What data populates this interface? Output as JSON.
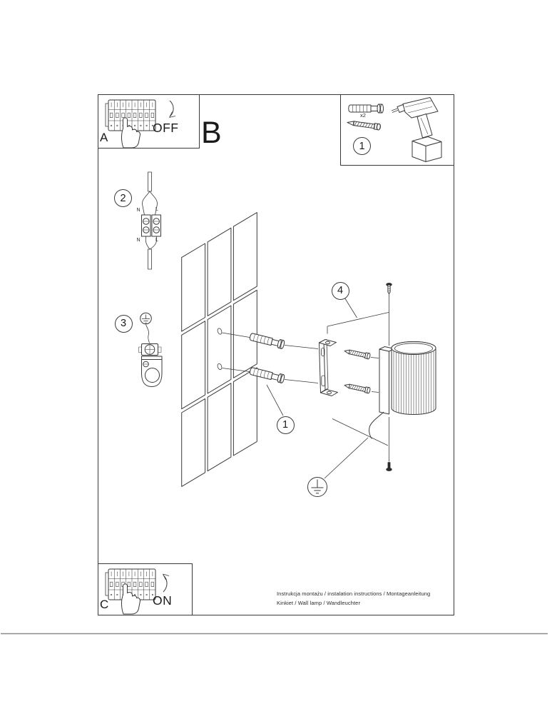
{
  "colors": {
    "background": "#ffffff",
    "line": "#3a3a3a",
    "text": "#1a1a1a"
  },
  "panel_a": {
    "letter": "A",
    "action_label": "OFF"
  },
  "section_label": "B",
  "parts_panel": {
    "step_number": "1",
    "anchor_quantity": "x2"
  },
  "step_2": {
    "number": "2",
    "labels": {
      "n_top": "N",
      "l_top": "L",
      "n_bottom": "N",
      "l_bottom": "L"
    }
  },
  "step_3": {
    "number": "3"
  },
  "step_4": {
    "number": "4"
  },
  "step_1_callout": {
    "number": "1"
  },
  "panel_c": {
    "letter": "C",
    "action_label": "ON"
  },
  "footer": {
    "line1": "Instrukcja montażu / instalation instructions / Montageanleitung",
    "line2": "Kinkiet / Wall lamp / Wandleuchter"
  },
  "icons": [
    "circuit-breaker-icon",
    "pointing-hand-icon",
    "curved-arrow-down-icon",
    "curved-arrow-up-icon",
    "wall-plug-icon",
    "mounting-screw-icon",
    "drill-icon",
    "terminal-block-icon",
    "ground-symbol-icon",
    "wall-tiles",
    "wall-lamp",
    "mounting-bracket-icon",
    "power-cord",
    "hole-marker"
  ]
}
